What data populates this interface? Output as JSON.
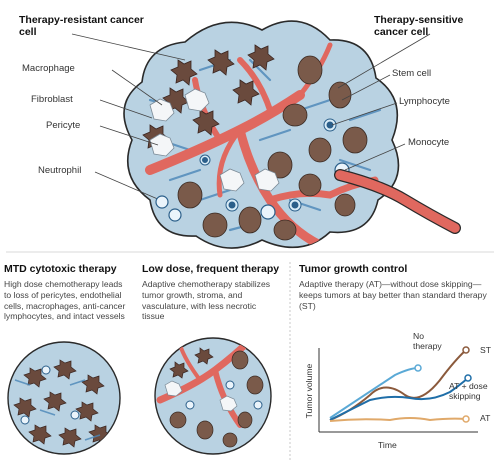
{
  "top": {
    "resistant_title": "Therapy-resistant cancer cell",
    "sensitive_title": "Therapy-sensitive cancer cell",
    "labels": {
      "macrophage": "Macrophage",
      "fibroblast": "Fibroblast",
      "pericyte": "Pericyte",
      "neutrophil": "Neutrophil",
      "stem_cell": "Stem cell",
      "lymphocyte": "Lymphocyte",
      "monocyte": "Monocyte"
    }
  },
  "panels": {
    "mtd": {
      "heading": "MTD cytotoxic therapy",
      "text": "High dose chemotherapy leads to loss of pericytes, endothelial cells, macrophages, anti-cancer lymphocytes, and intact vessels"
    },
    "low_dose": {
      "heading": "Low dose, frequent therapy",
      "text": "Adaptive chemotherapy stabilizes tumor growth, stroma, and vasculature, with less necrotic tissue"
    },
    "growth": {
      "heading": "Tumor growth control",
      "text": "Adaptive therapy (AT)—without dose skipping—keeps tumors at bay better than standard therapy (ST)"
    }
  },
  "chart_data": {
    "type": "line",
    "xlabel": "Time",
    "ylabel": "Tumor volume",
    "series": [
      {
        "name": "No therapy",
        "color": "#5aa9d6"
      },
      {
        "name": "ST",
        "color": "#8b5a3c"
      },
      {
        "name": "AT + dose skipping",
        "color": "#1f6ea8"
      },
      {
        "name": "AT",
        "color": "#e0a96a"
      }
    ],
    "labels": {
      "no_therapy": "No therapy",
      "st": "ST",
      "at_skip": "AT + dose skipping",
      "at": "AT"
    }
  }
}
